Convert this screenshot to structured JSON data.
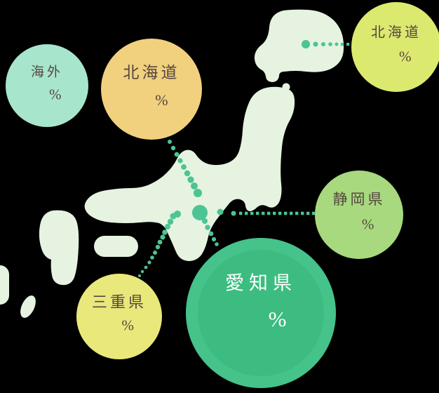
{
  "background_color": "#000000",
  "map": {
    "region": "Japan (stylized silhouette)",
    "fill_color": "#e5f3e0",
    "connector_dot_color": "#4cc493"
  },
  "bubbles": [
    {
      "id": "overseas",
      "label": "海外",
      "value": "",
      "unit": "%",
      "color": "#a7e6cc",
      "text_color": "#564640"
    },
    {
      "id": "hokkaido-left",
      "label": "北海道",
      "value": "",
      "unit": "%",
      "color": "#f1d07e",
      "text_color": "#564640"
    },
    {
      "id": "hokkaido-right",
      "label": "北海道",
      "value": "",
      "unit": "%",
      "color": "#dce96f",
      "text_color": "#564640"
    },
    {
      "id": "shizuoka",
      "label": "静岡県",
      "value": "",
      "unit": "%",
      "color": "#a8d97e",
      "text_color": "#564640"
    },
    {
      "id": "mie",
      "label": "三重県",
      "value": "",
      "unit": "%",
      "color": "#e9e87b",
      "text_color": "#564640"
    },
    {
      "id": "aichi",
      "label": "愛知県",
      "value": "",
      "unit": "%",
      "color_outer": "#46c28b",
      "color_inner": "#3cbc80",
      "text_color": "#ffffff"
    }
  ],
  "chart_data": {
    "type": "bubble",
    "title": "",
    "categories": [
      "海外",
      "北海道",
      "北海道",
      "静岡県",
      "三重県",
      "愛知県"
    ],
    "values": [
      null,
      null,
      null,
      null,
      null,
      null
    ],
    "unit": "%",
    "legend_position": "none",
    "note": "Bubble map over Japan; numeric percentages are blank in the image, only % signs shown; 愛知県 bubble is largest and highlighted in green with white text; dotted connectors link map locations to bubbles."
  }
}
